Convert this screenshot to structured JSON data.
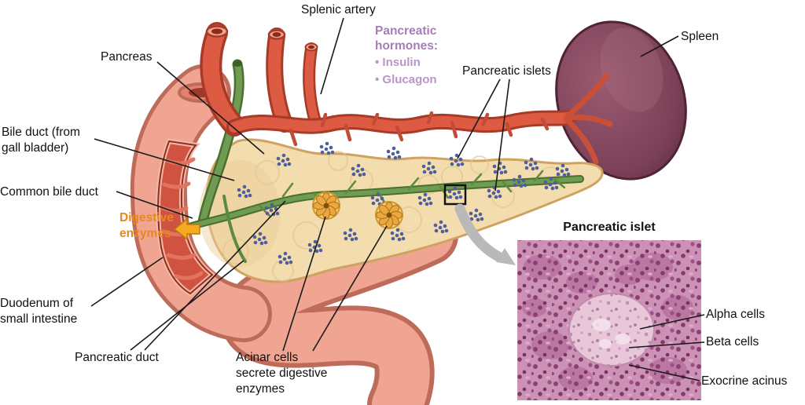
{
  "figure_kind": "anatomical diagram of the pancreas",
  "labels": {
    "splenic_artery": "Splenic artery",
    "spleen": "Spleen",
    "pancreas": "Pancreas",
    "pancreatic_islets": "Pancreatic islets",
    "bile_duct": "Bile duct (from gall bladder)",
    "common_bile_duct": "Common bile duct",
    "digestive_enzymes": "Digestive enzymes",
    "duodenum": "Duodenum of small intestine",
    "pancreatic_duct": "Pancreatic duct",
    "acinar_cells": "Acinar cells secrete digestive enzymes",
    "alpha_cells": "Alpha cells",
    "beta_cells": "Beta cells",
    "exocrine_acinus": "Exocrine acinus"
  },
  "hormones": {
    "heading": "Pancreatic hormones:",
    "items": [
      "• Insulin",
      "• Glucagon"
    ]
  },
  "inset": {
    "title": "Pancreatic islet"
  },
  "colors": {
    "hormone_heading": "#a87cb8",
    "hormone_item": "#b995c9",
    "digestive_enzymes_text": "#e8881c",
    "label_text": "#111111",
    "artery_red": "#dd5b42",
    "spleen_purple": "#7d4258",
    "pancreas_tan": "#f3ddae",
    "duct_green": "#6f9c52",
    "islet_blue": "#4e5f9e",
    "duodenum_pink": "#f0a593",
    "histology_purple": "#cb92b6"
  }
}
